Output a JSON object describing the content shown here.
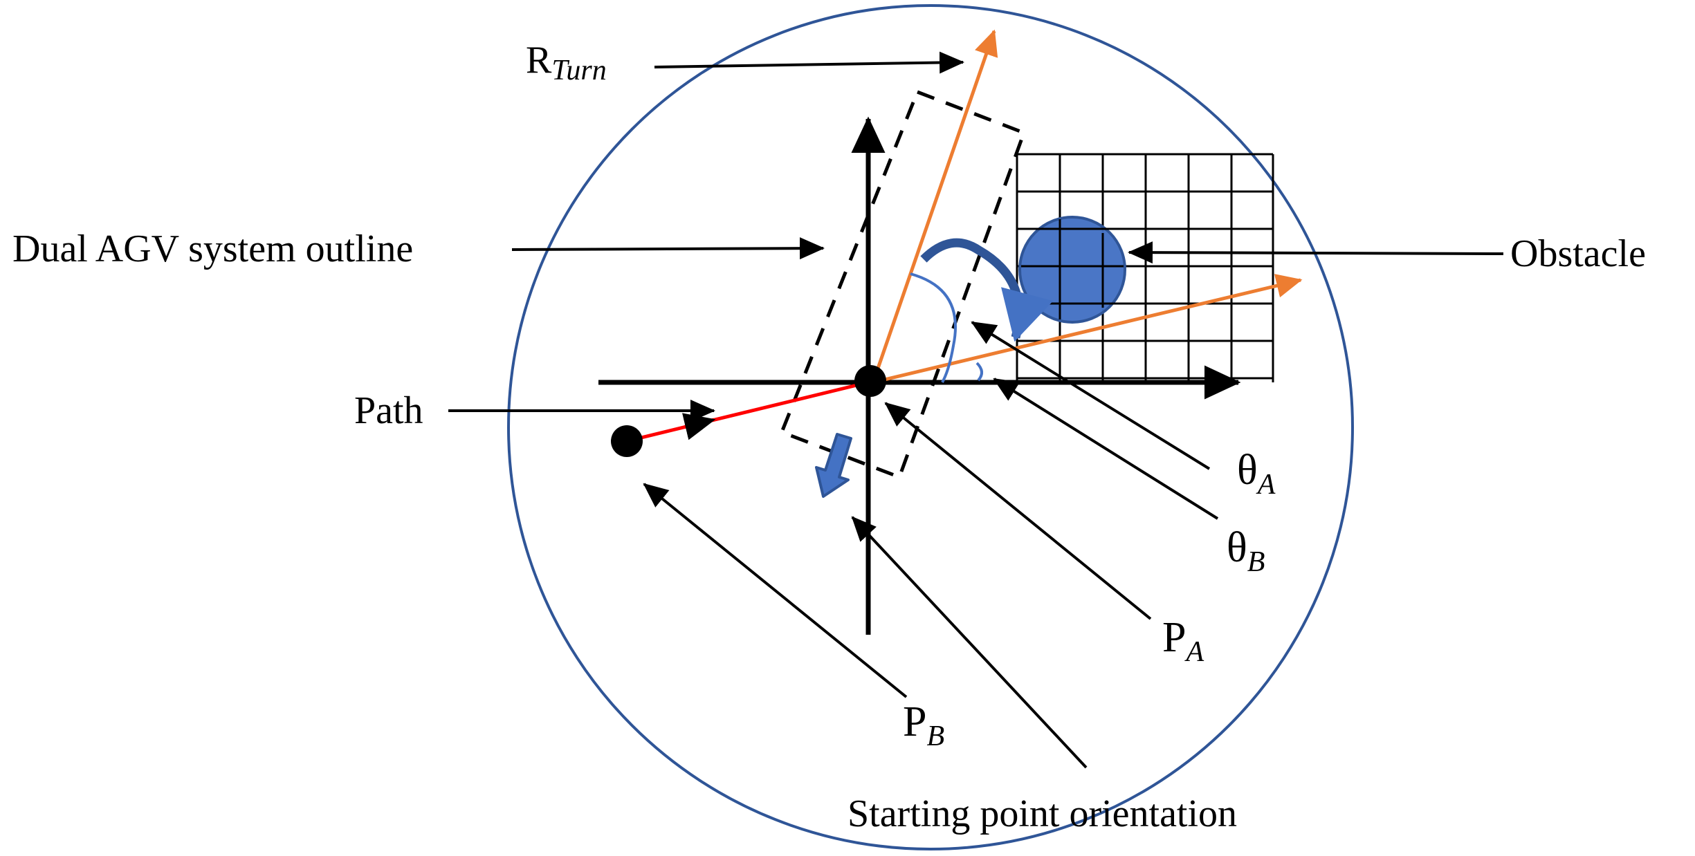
{
  "labels": {
    "r_turn": {
      "main": "R",
      "sub": "Turn"
    },
    "outline": "Dual AGV system outline",
    "obstacle": "Obstacle",
    "path": "Path",
    "theta_a": {
      "main": "θ",
      "sub": "A"
    },
    "theta_b": {
      "main": "θ",
      "sub": "B"
    },
    "p_a": {
      "main": "P",
      "sub": "A"
    },
    "p_b": {
      "main": "P",
      "sub": "B"
    },
    "start_orientation": "Starting point orientation"
  },
  "colors": {
    "boundary_circle": "#2f5597",
    "obstacle_fill": "#4472c4",
    "obstacle_stroke": "#2f5597",
    "orange_vector": "#ed7d31",
    "path_line": "#ff0000",
    "angle_arc": "#4472c4",
    "annotation": "#000000"
  },
  "icons": {
    "orientation_marker": "down-arrow-icon"
  }
}
